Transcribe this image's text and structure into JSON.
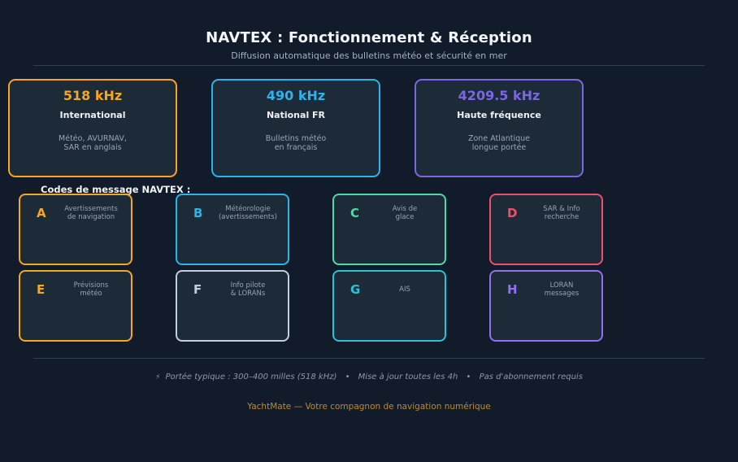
{
  "header": {
    "title": "NAVTEX : Fonctionnement & Réception",
    "subtitle": "Diffusion automatique des bulletins météo et sécurité en mer"
  },
  "frequencies": [
    {
      "value": "518 kHz",
      "name": "International",
      "desc1": "Météo, AVURNAV,",
      "desc2": "SAR en anglais",
      "color": "#f5a623"
    },
    {
      "value": "490 kHz",
      "name": "National FR",
      "desc1": "Bulletins météo",
      "desc2": "en français",
      "color": "#2bb3ea"
    },
    {
      "value": "4209.5 kHz",
      "name": "Haute fréquence",
      "desc1": "Zone Atlantique",
      "desc2": "longue portée",
      "color": "#7a68e2"
    }
  ],
  "codes_section": {
    "heading": "Codes de message NAVTEX :",
    "codes": [
      {
        "letter": "A",
        "line1": "Avertissements",
        "line2": "de navigation",
        "color": "#f5a623"
      },
      {
        "letter": "B",
        "line1": "Météorologie",
        "line2": "(avertissements)",
        "color": "#29b5e8"
      },
      {
        "letter": "C",
        "line1": "Avis de",
        "line2": "glace",
        "color": "#4fd9ab"
      },
      {
        "letter": "D",
        "line1": "SAR & Info",
        "line2": "recherche",
        "color": "#ee4f6e"
      },
      {
        "letter": "E",
        "line1": "Prévisions",
        "line2": "météo",
        "color": "#f5a623"
      },
      {
        "letter": "F",
        "line1": "Info pilote",
        "line2": "& LORANs",
        "color": "#c3cfd8"
      },
      {
        "letter": "G",
        "line1": "AIS",
        "line2": "",
        "color": "#2bc1d6"
      },
      {
        "letter": "H",
        "line1": "LORAN",
        "line2": "messages",
        "color": "#9170f2"
      }
    ]
  },
  "footer": {
    "bolt_icon": "⚡",
    "items": [
      "Portée typique : 300–400 milles (518 kHz)",
      "Mise à jour toutes les 4h",
      "Pas d'abonnement requis"
    ],
    "separator": "•"
  },
  "tagline": "YachtMate — Votre compagnon de navigation numérique",
  "colors": {
    "background": "#111b29",
    "card_background": "#1d2a38",
    "divider": "#2c3f52",
    "tagline": "#bc8a2f"
  }
}
